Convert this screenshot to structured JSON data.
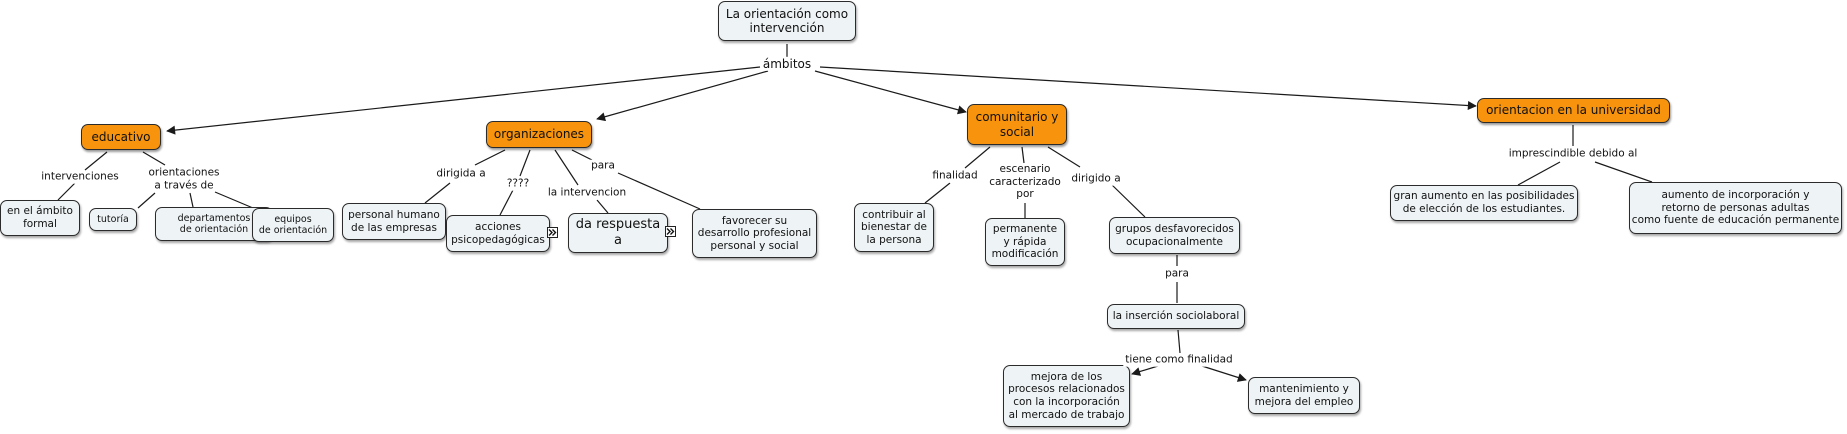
{
  "diagram": {
    "title": "La orientación como\nintervención",
    "main_link": "ámbitos",
    "nodes": {
      "educativo": "educativo",
      "organizaciones": "organizaciones",
      "comunitario": "comunitario y\nsocial",
      "universidad": "orientacion en la universidad",
      "ambito_formal": "en el ámbito\nformal",
      "tutoria": "tutoría",
      "departamentos": "departamentos\nde orientación",
      "equipos": "equipos\nde orientación",
      "personal_humano": "personal humano\nde las empresas",
      "acciones": "acciones\npsicopedagógicas",
      "da_respuesta": "da respuesta\na",
      "favorecer": "favorecer su\ndesarrollo profesional\npersonal y social",
      "contribuir": "contribuir al\nbienestar de\nla persona",
      "permanente": "permanente\ny rápida\nmodificación",
      "grupos": "grupos desfavorecidos\nocupacionalmente",
      "insercion": "la inserción sociolaboral",
      "mejora_procesos": "mejora de los\nprocesos relacionados\ncon la incorporación\nal mercado de trabajo",
      "mantenimiento": "mantenimiento y\nmejora del empleo",
      "gran_aumento": "gran aumento en las posibilidades\nde elección de los estudiantes.",
      "aumento_incorporacion": "aumento de incorporación y\nretorno de personas adultas\ncomo fuente de educación permanente"
    },
    "links": {
      "intervenciones": "intervenciones",
      "orientaciones": "orientaciones\na través de",
      "dirigida_a": "dirigida a",
      "interrogantes": "????",
      "la_intervencion": "la intervencion",
      "para_org": "para",
      "finalidad": "finalidad",
      "escenario": "escenario\ncaracterizado\npor",
      "dirigido_a": "dirigido a",
      "para_grupos": "para",
      "tiene_finalidad": "tiene como finalidad",
      "imprescindible": "imprescindible debido al"
    },
    "colors": {
      "category_fill": "#f7930d",
      "concept_fill": "#eef3f5",
      "line": "#1a1a1a"
    }
  }
}
